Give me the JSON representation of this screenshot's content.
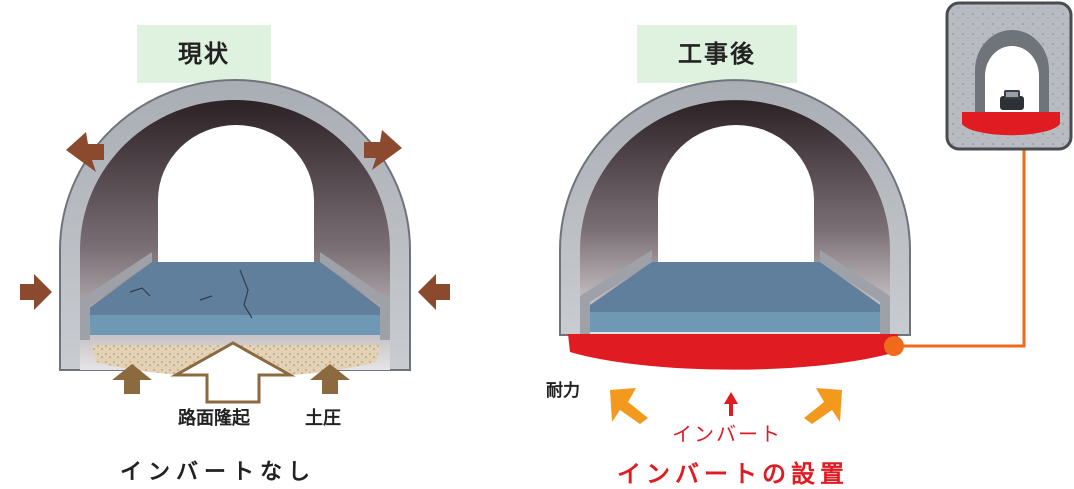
{
  "left_panel": {
    "heading": "現状",
    "label_road_uplift": "路面隆起",
    "label_earth_pressure": "土圧",
    "caption": "インバートなし"
  },
  "right_panel": {
    "heading": "工事後",
    "label_resistance": "耐力",
    "label_invert": "インバート",
    "caption": "インバートの設置"
  },
  "colors": {
    "heading_bg": "#dff2df",
    "earth_arrow": "#8b4a2e",
    "upward_arrow": "#8c6a3f",
    "invert_red": "#e01b22",
    "leader_orange": "#ee6a1c",
    "resistance_arrow": "#f39a1e",
    "caption_red": "#e01b22"
  }
}
